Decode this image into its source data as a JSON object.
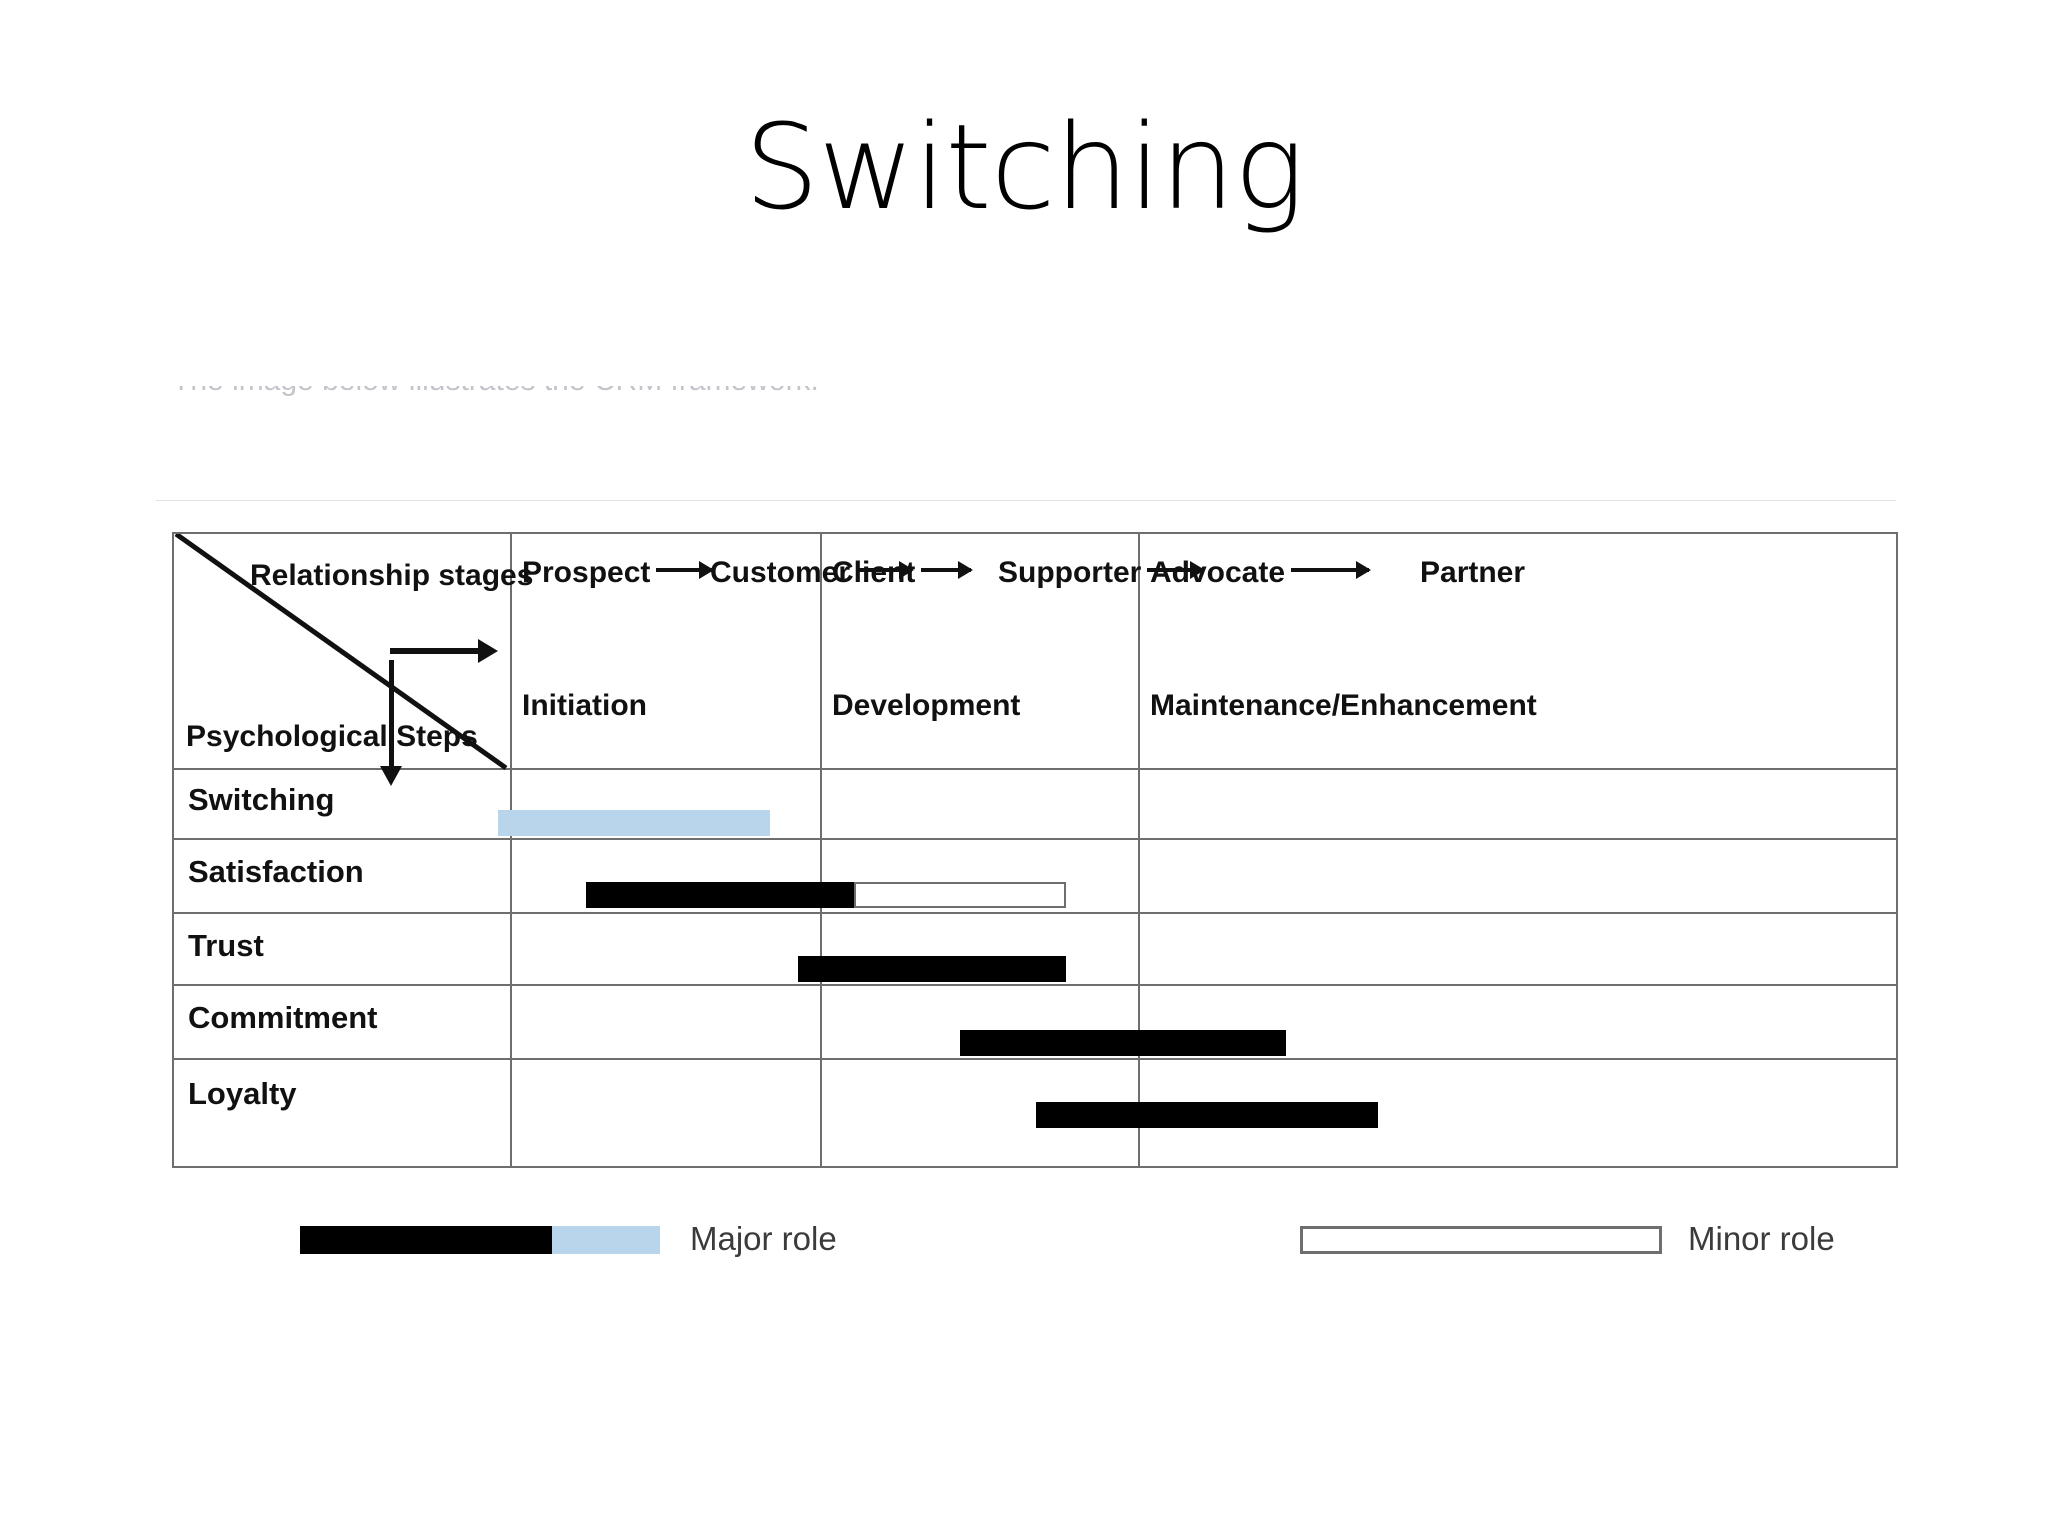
{
  "slide": {
    "title": "Switching",
    "caption": "The image below illustrates the CRM framework."
  },
  "table": {
    "corner": {
      "top_label": "Relationship stages",
      "bottom_label": "Psychological Steps",
      "right_arrow_icon": "arrow-right-icon",
      "down_arrow_icon": "arrow-down-icon",
      "diagonal_icon": "diagonal-divider-icon"
    },
    "stages": [
      {
        "label": "Prospect",
        "arrow_after": true
      },
      {
        "label": "Customer",
        "arrow_after": true
      },
      {
        "label": "Client",
        "arrow_after": true
      },
      {
        "label": "Supporter",
        "arrow_after": true
      },
      {
        "label": "Advocate",
        "arrow_after": true
      },
      {
        "label": "Partner",
        "arrow_after": false
      }
    ],
    "phases": [
      {
        "label": "Initiation"
      },
      {
        "label": "Development"
      },
      {
        "label": "Maintenance/Enhancement"
      }
    ],
    "rows": [
      {
        "label": "Switching"
      },
      {
        "label": "Satisfaction"
      },
      {
        "label": "Trust"
      },
      {
        "label": "Commitment"
      },
      {
        "label": "Loyalty"
      }
    ]
  },
  "legend": {
    "major": {
      "label": "Major role",
      "color_black": "#000000",
      "color_blue": "#b9d5ec"
    },
    "minor": {
      "label": "Minor role",
      "color_fill": "#ffffff",
      "color_border": "#6e6e6e"
    }
  },
  "chart_data": {
    "type": "bar",
    "title": "Switching",
    "subtitle": "The image below illustrates the CRM framework.",
    "xlabel": "Relationship stages",
    "ylabel": "Psychological Steps",
    "categories": [
      "Prospect",
      "Customer",
      "Client",
      "Supporter",
      "Advocate",
      "Partner"
    ],
    "phase_groups": [
      "Initiation",
      "Development",
      "Maintenance/Enhancement"
    ],
    "grid": true,
    "legend_position": "bottom",
    "legend_entries": [
      "Major role",
      "Minor role"
    ],
    "series": [
      {
        "name": "Switching",
        "segments": [
          {
            "role": "major",
            "color": "#b9d5ec",
            "start_stage": "Prospect",
            "end_stage": "Customer",
            "start_pct": 5.0,
            "end_pct": 27.0
          }
        ]
      },
      {
        "name": "Satisfaction",
        "segments": [
          {
            "role": "major",
            "color": "#000000",
            "start_stage": "Customer",
            "end_stage": "Client",
            "start_pct": 12.5,
            "end_pct": 34.0
          },
          {
            "role": "minor",
            "color": "#ffffff",
            "start_stage": "Client",
            "end_stage": "Supporter",
            "start_pct": 34.0,
            "end_pct": 51.0
          }
        ]
      },
      {
        "name": "Trust",
        "segments": [
          {
            "role": "major",
            "color": "#000000",
            "start_stage": "Client",
            "end_stage": "Supporter",
            "start_pct": 27.0,
            "end_pct": 48.5
          }
        ]
      },
      {
        "name": "Commitment",
        "segments": [
          {
            "role": "major",
            "color": "#000000",
            "start_stage": "Supporter",
            "end_stage": "Advocate",
            "start_pct": 38.0,
            "end_pct": 57.5
          }
        ]
      },
      {
        "name": "Loyalty",
        "segments": [
          {
            "role": "major",
            "color": "#000000",
            "start_stage": "Supporter",
            "end_stage": "Partner",
            "start_pct": 42.5,
            "end_pct": 63.0
          }
        ]
      }
    ]
  }
}
